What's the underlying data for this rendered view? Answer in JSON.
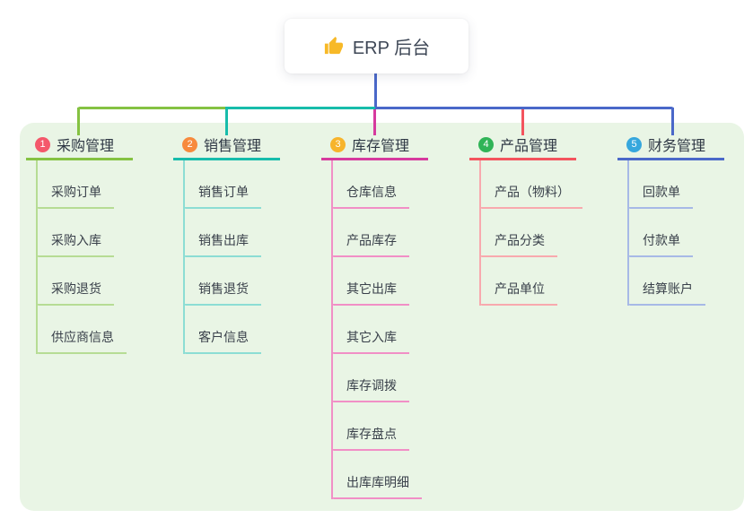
{
  "panel_color": "#e9f5e5",
  "root": {
    "icon": "thumbs-up-icon",
    "icon_color": "#f7b928",
    "title": "ERP 后台"
  },
  "connector": {
    "stem_color": "#4a68c9",
    "left_color": "#85c242",
    "mid_color": "#17bcab",
    "right_color": "#4a68c9"
  },
  "branches": [
    {
      "num": "1",
      "label": "采购管理",
      "badge_color": "#f4586b",
      "line_color": "#85c242",
      "child_line_color": "#b6dc94",
      "children": [
        "采购订单",
        "采购入库",
        "采购退货",
        "供应商信息"
      ]
    },
    {
      "num": "2",
      "label": "销售管理",
      "badge_color": "#f78a3d",
      "line_color": "#17bcab",
      "child_line_color": "#8cddd4",
      "children": [
        "销售订单",
        "销售出库",
        "销售退货",
        "客户信息"
      ]
    },
    {
      "num": "3",
      "label": "库存管理",
      "badge_color": "#f7b42c",
      "line_color": "#d63a9e",
      "child_line_color": "#f18fc6",
      "children": [
        "仓库信息",
        "产品库存",
        "其它出库",
        "其它入库",
        "库存调拨",
        "库存盘点",
        "出库库明细"
      ]
    },
    {
      "num": "4",
      "label": "产品管理",
      "badge_color": "#30b457",
      "line_color": "#f3545e",
      "child_line_color": "#f8a9ae",
      "children": [
        "产品（物料）",
        "产品分类",
        "产品单位"
      ]
    },
    {
      "num": "5",
      "label": "财务管理",
      "badge_color": "#36a7dd",
      "line_color": "#4a68c9",
      "child_line_color": "#a7b9e6",
      "children": [
        "回款单",
        "付款单",
        "结算账户"
      ]
    }
  ]
}
